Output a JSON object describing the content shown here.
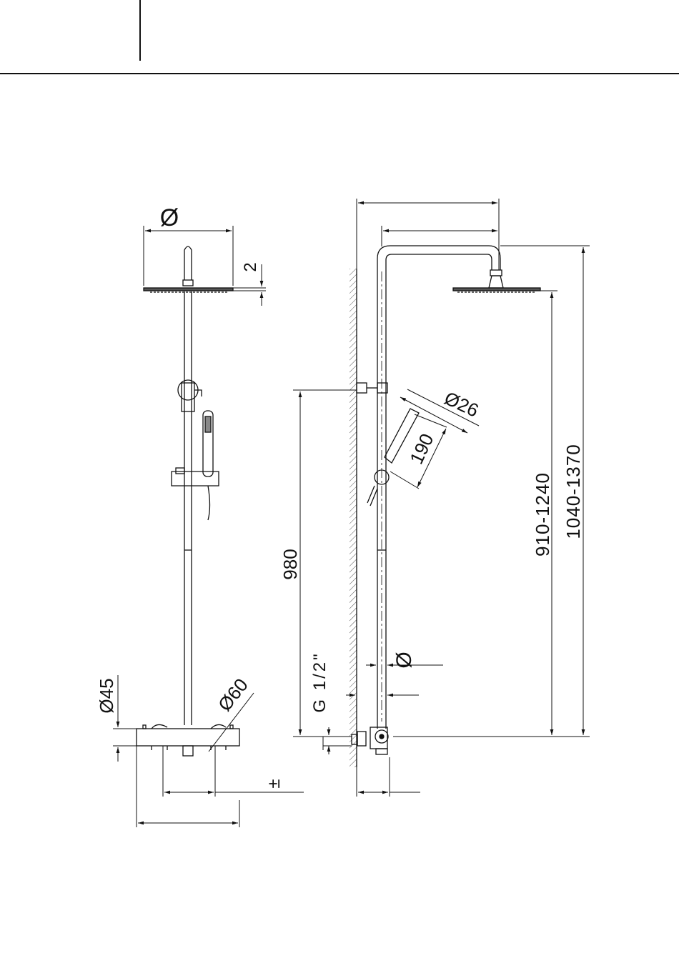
{
  "dimensions": {
    "head_diameter": "Ø",
    "head_thickness": "2",
    "bar_diameter": "Ø45",
    "handle_diameter": "Ø60",
    "centre_distance": "±",
    "hand_shower_diameter": "Ø26",
    "hand_shower_length": "190",
    "inlet_height": "980",
    "connection_thread": "G 1/2\"",
    "pipe_diameter": "Ø",
    "head_height_range": "910-1240",
    "total_height_range": "1040-1370"
  }
}
